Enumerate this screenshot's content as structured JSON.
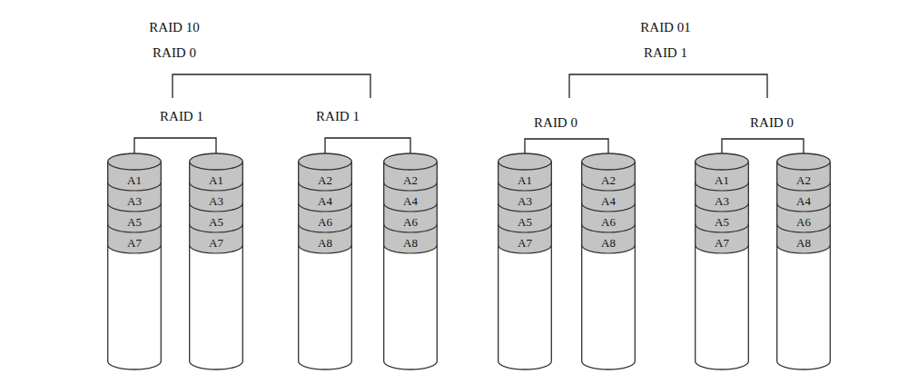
{
  "diagram": {
    "nodes": [
      {
        "text": [
          "A1",
          "A3",
          "A5",
          "A7"
        ]
      },
      {
        "text": [
          "A1",
          "A3",
          "A5",
          "A7"
        ]
      },
      {
        "text": [
          "A2",
          "A4",
          "A6",
          "A8"
        ]
      },
      {
        "text": [
          "A2",
          "A4",
          "A6",
          "A8"
        ]
      },
      {
        "text": [
          "A1",
          "A3",
          "A5",
          "A7"
        ]
      },
      {
        "text": [
          "A2",
          "A4",
          "A6",
          "A8"
        ]
      },
      {
        "text": [
          "A1",
          "A3",
          "A5",
          "A7"
        ]
      },
      {
        "text": [
          "A2",
          "A4",
          "A6",
          "A8"
        ]
      }
    ],
    "labels": [
      "RAID 10",
      "RAID 0",
      "RAID 1",
      "RAID 1",
      "RAID 01",
      "RAID 1",
      "RAID 0",
      "RAID 0"
    ]
  }
}
